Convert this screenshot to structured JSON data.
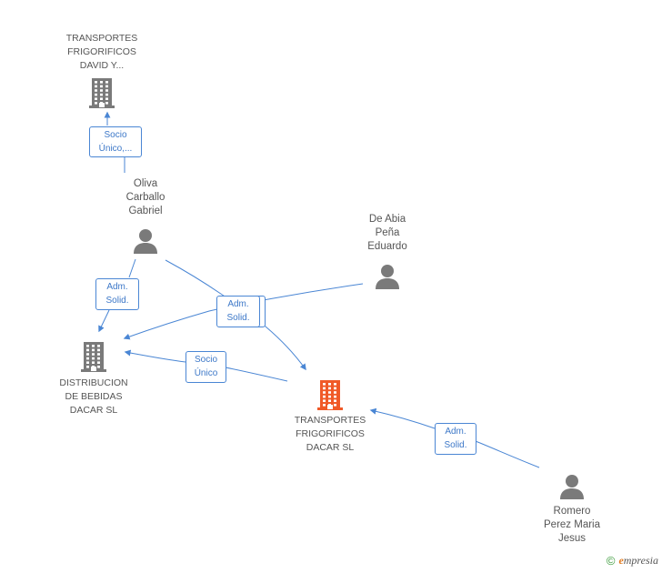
{
  "nodes": [
    {
      "id": "tf_david",
      "type": "company",
      "label": "TRANSPORTES\nFRIGORIFICOS\nDAVID Y...",
      "highlight": false
    },
    {
      "id": "oliva",
      "type": "person",
      "label": "Oliva\nCarballo\nGabriel"
    },
    {
      "id": "deabia",
      "type": "person",
      "label": "De Abia\nPeña\nEduardo"
    },
    {
      "id": "distribucion",
      "type": "company",
      "label": "DISTRIBUCION\nDE BEBIDAS\nDACAR SL",
      "highlight": false
    },
    {
      "id": "tf_dacar",
      "type": "company",
      "label": "TRANSPORTES\nFRIGORIFICOS\nDACAR SL",
      "highlight": true
    },
    {
      "id": "romero",
      "type": "person",
      "label": "Romero\nPerez Maria\nJesus"
    }
  ],
  "edges": [
    {
      "from": "oliva",
      "to": "tf_david",
      "label": "Socio\nÚnico,..."
    },
    {
      "from": "oliva",
      "to": "distribucion",
      "label": "Adm.\nSolid."
    },
    {
      "from": "oliva",
      "to": "tf_dacar",
      "label": "Adm.\nSolid."
    },
    {
      "from": "deabia",
      "to": "distribucion",
      "label": "Adm.\nSolid."
    },
    {
      "from": "tf_dacar",
      "to": "distribucion",
      "label": "Socio\nÚnico"
    },
    {
      "from": "romero",
      "to": "tf_dacar",
      "label": "Adm.\nSolid."
    }
  ],
  "colors": {
    "edge": "#4a86d4",
    "icon": "#7a7a7a",
    "highlight": "#f05a28"
  },
  "icons": {
    "company": "building-icon",
    "person": "person-icon"
  },
  "footer": {
    "copyright": "©",
    "brand_initial": "e",
    "brand_rest": "mpresia"
  }
}
